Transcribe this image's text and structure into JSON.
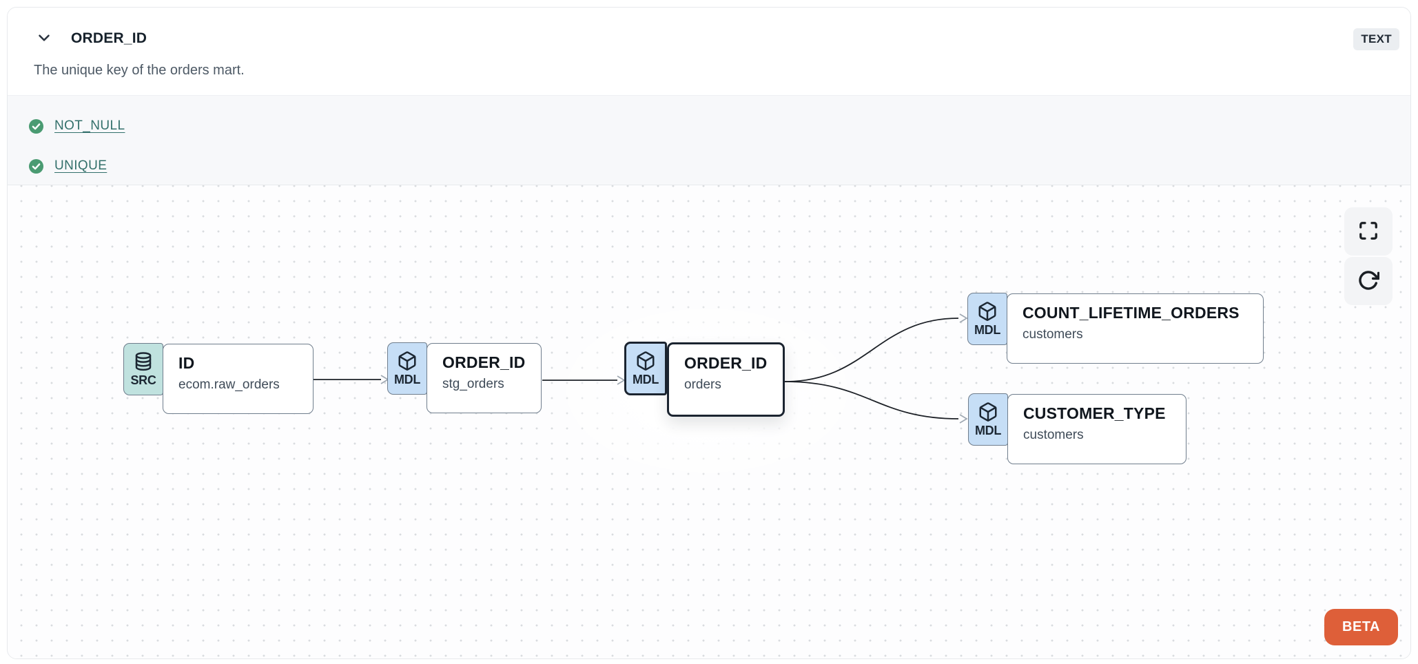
{
  "header": {
    "title": "ORDER_ID",
    "type_badge": "TEXT",
    "description": "The unique key of the orders mart."
  },
  "tests": {
    "items": [
      {
        "label": "NOT_NULL",
        "status": "pass"
      },
      {
        "label": "UNIQUE",
        "status": "pass"
      }
    ]
  },
  "lineage": {
    "nodes": [
      {
        "badge": "SRC",
        "title": "ID",
        "subtitle": "ecom.raw_orders",
        "kind": "source",
        "selected": false
      },
      {
        "badge": "MDL",
        "title": "ORDER_ID",
        "subtitle": "stg_orders",
        "kind": "model",
        "selected": false
      },
      {
        "badge": "MDL",
        "title": "ORDER_ID",
        "subtitle": "orders",
        "kind": "model",
        "selected": true
      },
      {
        "badge": "MDL",
        "title": "COUNT_LIFETIME_ORDERS",
        "subtitle": "customers",
        "kind": "model",
        "selected": false
      },
      {
        "badge": "MDL",
        "title": "CUSTOMER_TYPE",
        "subtitle": "customers",
        "kind": "model",
        "selected": false
      }
    ],
    "edges": [
      {
        "from": "ID.ecom.raw_orders",
        "to": "ORDER_ID.stg_orders"
      },
      {
        "from": "ORDER_ID.stg_orders",
        "to": "ORDER_ID.orders"
      },
      {
        "from": "ORDER_ID.orders",
        "to": "COUNT_LIFETIME_ORDERS.customers"
      },
      {
        "from": "ORDER_ID.orders",
        "to": "CUSTOMER_TYPE.customers"
      }
    ],
    "beta_label": "BETA"
  },
  "colors": {
    "accent_orange": "#de5f39",
    "src_badge_bg": "#c0e2df",
    "mdl_badge_bg": "#c6def6",
    "test_pass_green": "#4a9b72",
    "test_link_teal": "#33706b",
    "selected_border": "#1b2430"
  }
}
